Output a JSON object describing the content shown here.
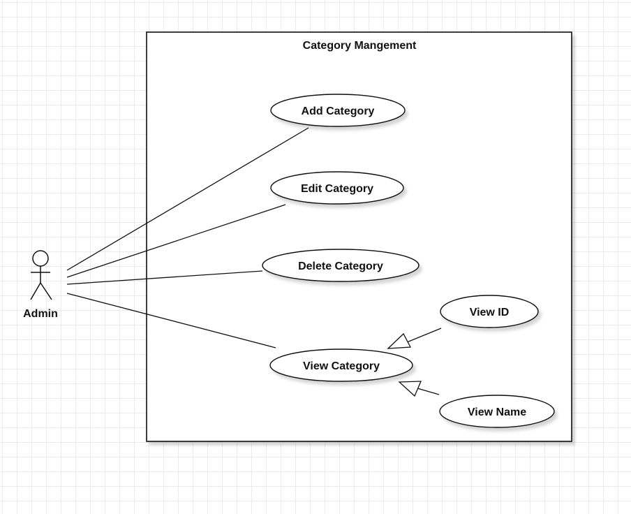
{
  "system": {
    "title": "Category Mangement"
  },
  "actor": {
    "name": "Admin"
  },
  "use_cases": {
    "add": "Add Category",
    "edit": "Edit Category",
    "delete": "Delete Category",
    "view": "View Category",
    "view_id": "View ID",
    "view_name": "View Name"
  }
}
